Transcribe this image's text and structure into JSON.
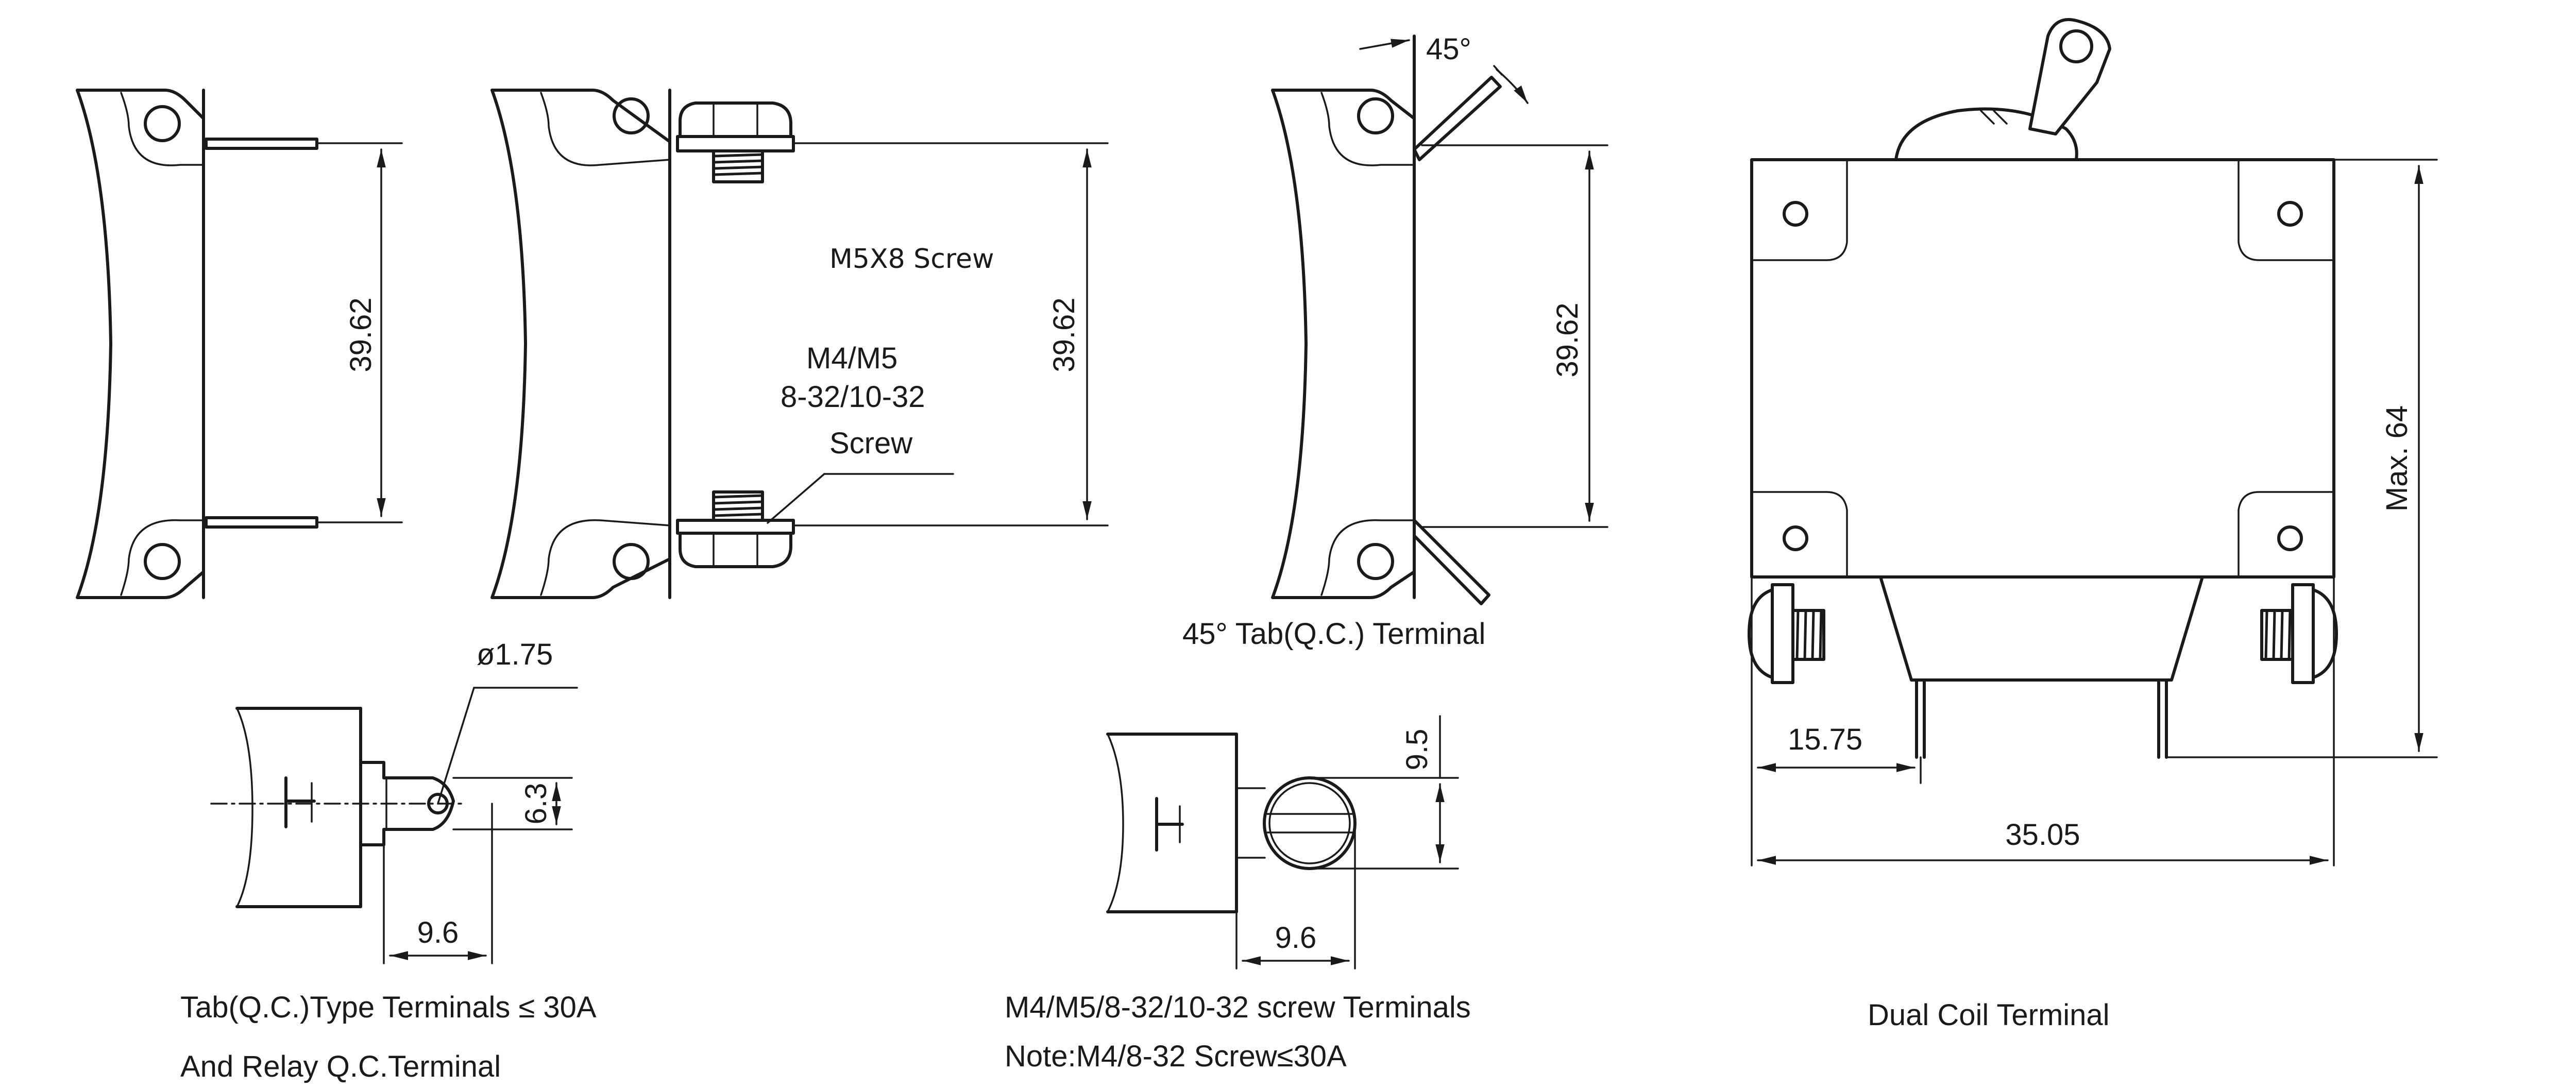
{
  "figure_1": {
    "dim_height": "39.62"
  },
  "figure_2": {
    "dim_height": "39.62",
    "screw_label_top": "M5X8 Screw",
    "screw_label_line1": "M4/M5",
    "screw_label_line2": "8-32/10-32",
    "screw_label_line3": "Screw"
  },
  "figure_3": {
    "angle": "45°",
    "dim_height": "39.62",
    "caption": "45° Tab(Q.C.) Terminal"
  },
  "figure_4": {
    "dim_height": "Max. 64",
    "dim_left": "15.75",
    "dim_width": "35.05",
    "caption": "Dual Coil Terminal"
  },
  "detail_tab": {
    "dim_hole": "ø1.75",
    "dim_width": "6.3",
    "dim_length": "9.6",
    "caption_line1": "Tab(Q.C.)Type Terminals ≤ 30A",
    "caption_line2": "And Relay Q.C.Terminal"
  },
  "detail_screw": {
    "dim_height": "9.5",
    "dim_length": "9.6",
    "caption_line1": "M4/M5/8-32/10-32 screw Terminals",
    "caption_line2": "Note:M4/8-32 Screw≤30A"
  }
}
